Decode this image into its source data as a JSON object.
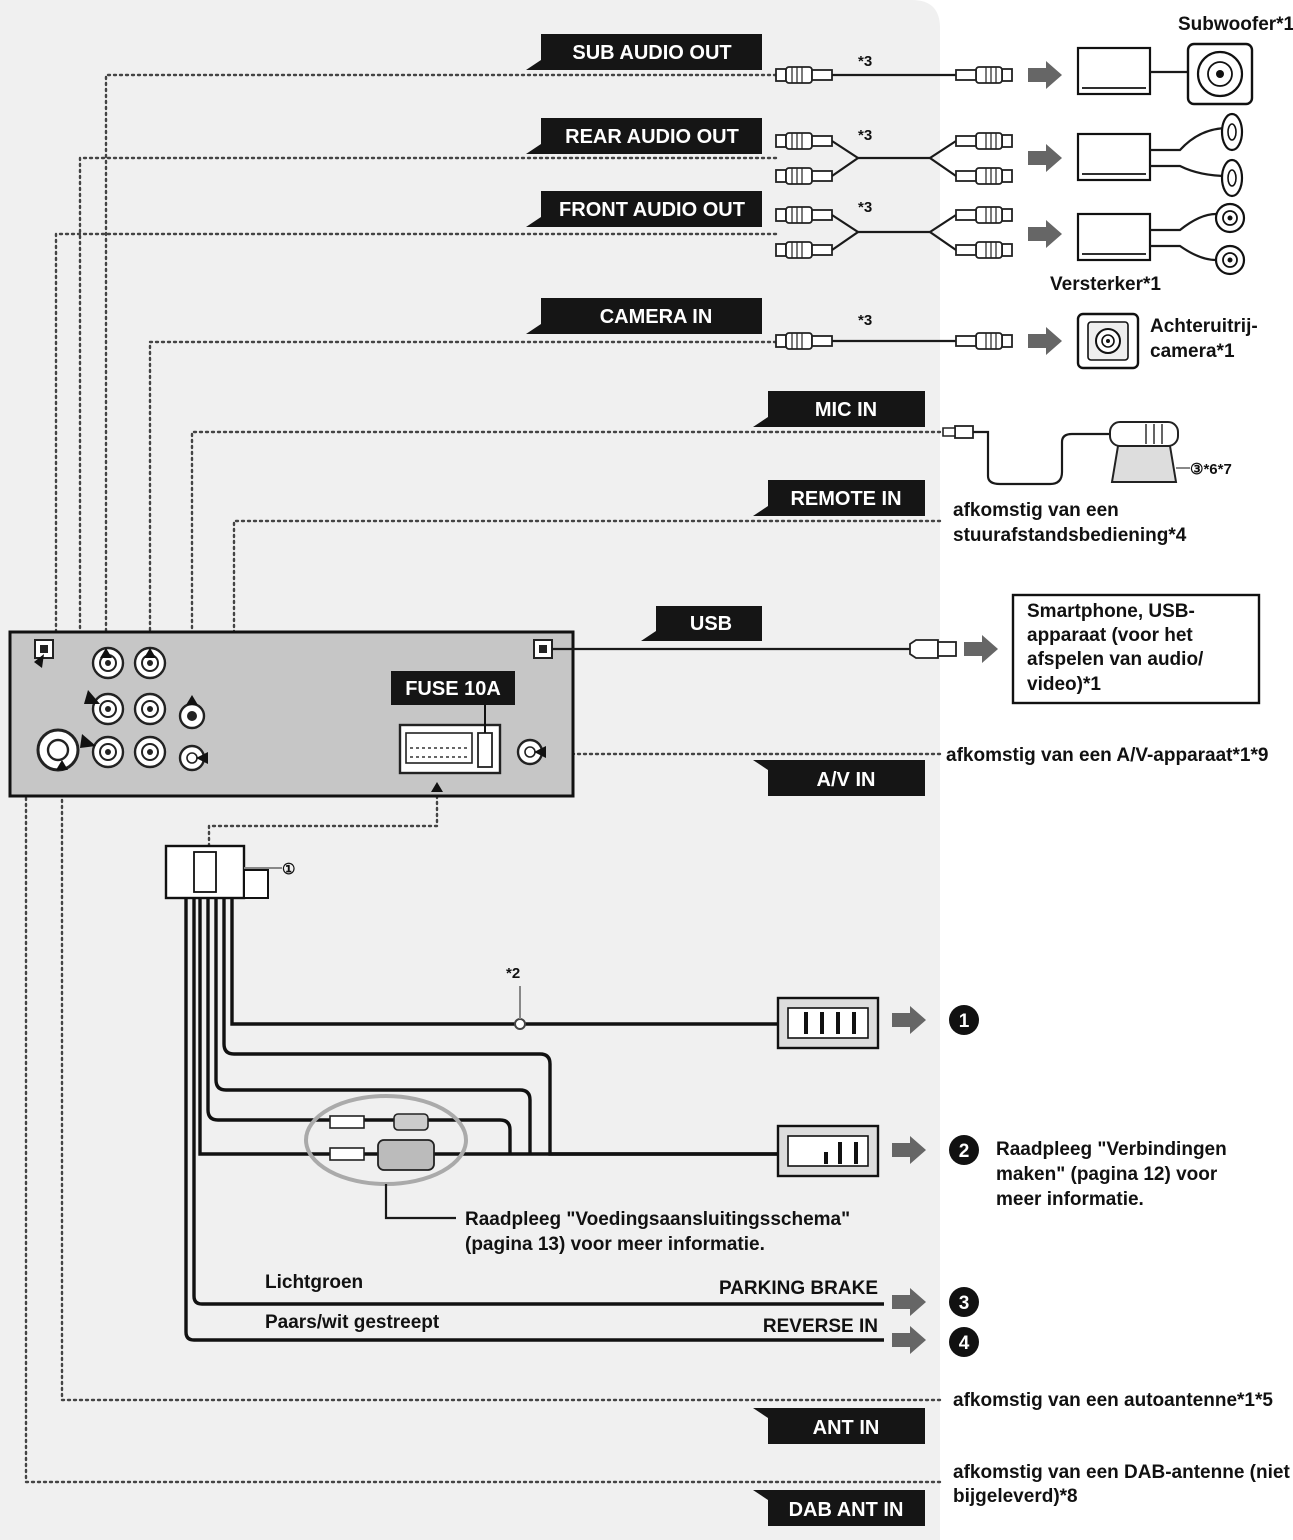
{
  "tags": {
    "sub_audio_out": "SUB AUDIO OUT",
    "rear_audio_out": "REAR AUDIO OUT",
    "front_audio_out": "FRONT AUDIO OUT",
    "camera_in": "CAMERA IN",
    "mic_in": "MIC IN",
    "remote_in": "REMOTE IN",
    "usb": "USB",
    "fuse": "FUSE 10A",
    "av_in": "A/V IN",
    "ant_in": "ANT IN",
    "dab_ant_in": "DAB ANT IN",
    "parking_brake": "PARKING BRAKE",
    "reverse_in": "REVERSE IN"
  },
  "labels": {
    "subwoofer": "Subwoofer*1",
    "versterker": "Versterker*1",
    "camera_line1": "Achteruitrij-",
    "camera_line2": "camera*1",
    "mic_ref": "③*6*7",
    "remote_line1": "afkomstig van een",
    "remote_line2": "stuurafstandsbediening*4",
    "usb_box": [
      "Smartphone, USB-",
      "apparaat (voor het",
      "afspelen van audio/",
      "video)*1"
    ],
    "av_source": "afkomstig van een A/V-apparaat*1*9",
    "harness_ref": "①",
    "note_star2": "*2",
    "note_star3": "*3",
    "power_ref_line1": "Raadpleeg \"Voedingsaansluitingsschema\"",
    "power_ref_line2": "(pagina 13) voor meer informatie.",
    "connect_ref": [
      "Raadpleeg \"Verbindingen",
      "maken\" (pagina 12) voor",
      "meer informatie."
    ],
    "lichtgroen": "Lichtgroen",
    "paars_wit": "Paars/wit gestreept",
    "ant_source": "afkomstig van een autoantenne*1*5",
    "dab_line1": "afkomstig van een DAB-antenne (niet",
    "dab_line2": "bijgeleverd)*8"
  },
  "numbers": [
    "1",
    "2",
    "3",
    "4"
  ],
  "colors": {
    "panel": "#f0f0f0",
    "unit": "#c6c6c6",
    "tag_bg": "#151515",
    "arrow": "#666666",
    "wire": "#1a1a1a"
  }
}
